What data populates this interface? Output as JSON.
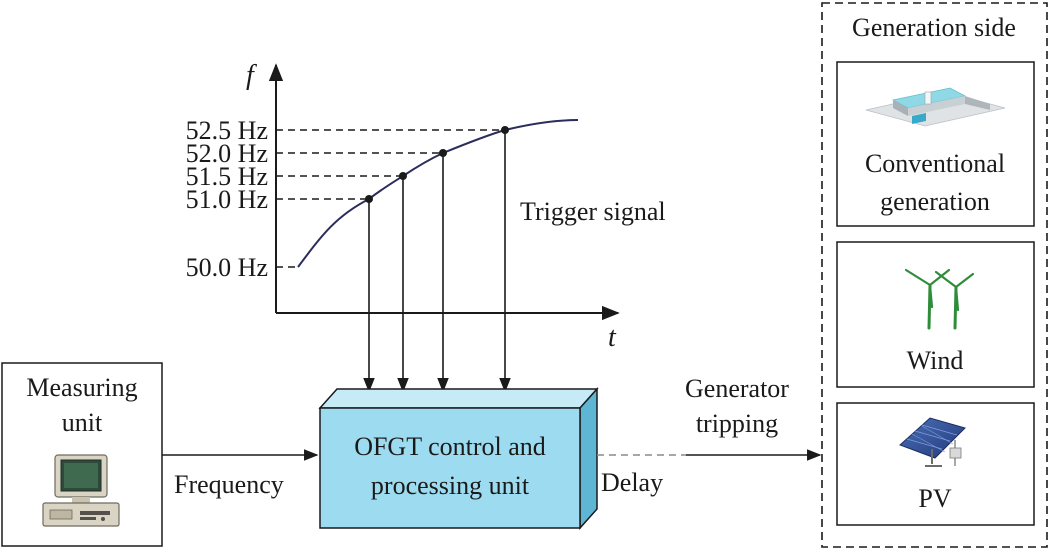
{
  "graph": {
    "y_axis_label": "f",
    "x_axis_label": "t",
    "levels": [
      "52.5 Hz",
      "52.0 Hz",
      "51.5 Hz",
      "51.0 Hz",
      "50.0 Hz"
    ],
    "trigger_label": "Trigger signal"
  },
  "measuring_unit": {
    "line1": "Measuring",
    "line2": "unit",
    "icon": "computer-icon"
  },
  "control_unit": {
    "line1": "OFGT control and",
    "line2": "processing unit",
    "color": "#9ddcf0"
  },
  "connections": {
    "frequency_label": "Frequency",
    "delay_label": "Delay",
    "tripping_line1": "Generator",
    "tripping_line2": "tripping"
  },
  "generation_side": {
    "title": "Generation side",
    "conventional_line1": "Conventional",
    "conventional_line2": "generation",
    "conventional_icon": "power-plant-icon",
    "wind_label": "Wind",
    "wind_icon": "wind-turbine-icon",
    "pv_label": "PV",
    "pv_icon": "solar-panel-icon"
  }
}
